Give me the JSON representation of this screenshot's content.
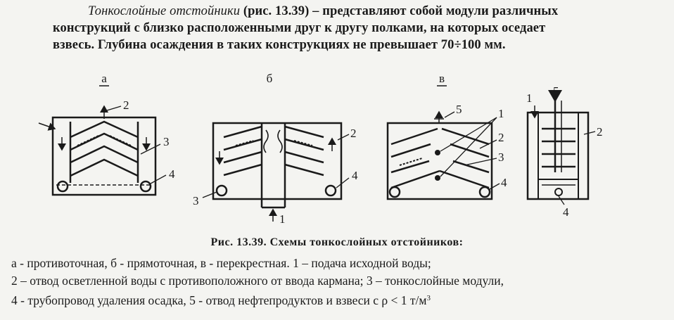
{
  "paragraph": {
    "lead": "Тонкослойные  отстойники",
    "line1_rest": " (рис. 13.39) – представляют собой модули различных",
    "line2": "конструкций с близко расположенными друг к другу полками, на которых оседает",
    "line3": "взвесь. Глубина осаждения в таких конструкциях не превышает 70÷100 мм."
  },
  "figure": {
    "panel_labels": {
      "a": "а",
      "b": "б",
      "v": "в"
    },
    "callouts": {
      "a_2": "2",
      "a_3": "3",
      "a_4": "4",
      "b_1": "1",
      "b_2": "2",
      "b_3": "3",
      "b_4": "4",
      "v_5": "5",
      "v_1": "1",
      "v_2": "2",
      "v_3": "3",
      "v_4": "4",
      "s_1": "1",
      "s_5": "5",
      "s_2": "2",
      "s_4": "4"
    }
  },
  "caption": "Рис. 13.39. Схемы тонкослойных отстойников:",
  "legend": {
    "line1": "а - противоточная, б - прямоточная, в - перекрестная. 1 – подача исходной воды;",
    "line2": "2 – отвод осветленной воды с противоположного от ввода кармана; 3 – тонкослойные модули,",
    "line3_main": "4 - трубопровод удаления осадка, 5 - отвод нефтепродуктов и взвеси с ρ < 1 т/м",
    "line3_sup": "3"
  }
}
